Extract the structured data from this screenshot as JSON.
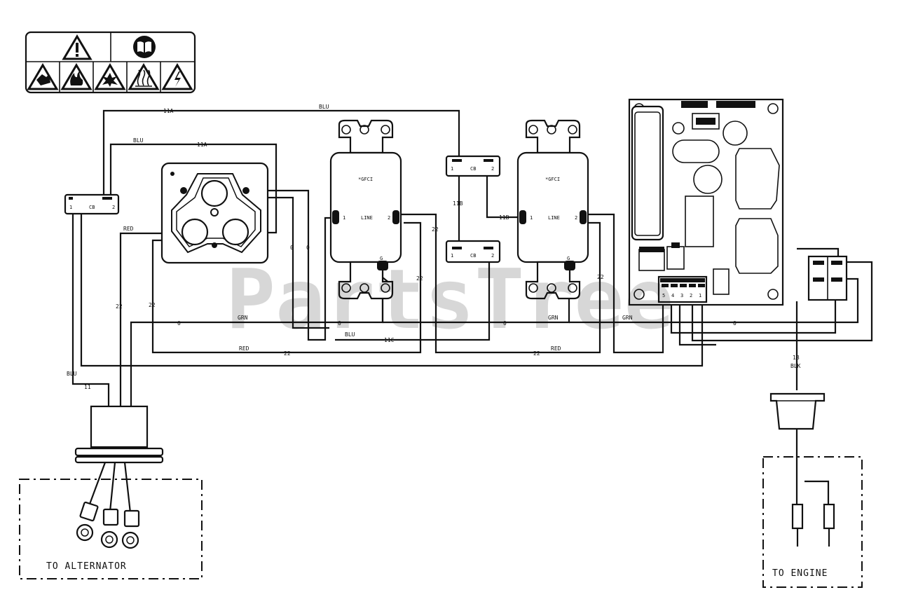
{
  "watermark": "PartsTree",
  "warning_labels": {
    "top_icons": [
      "warning-triangle-icon",
      "manual-book-icon"
    ],
    "bottom_icons": [
      "hand-hazard-icon",
      "fire-hazard-icon",
      "explosion-hazard-icon",
      "hot-surface-icon",
      "electric-shock-icon"
    ]
  },
  "wire_labels": {
    "w11a_top": "11A",
    "blu_top": "BLU",
    "blu_inner": "BLU",
    "w11a_inner": "11A",
    "red_left": "RED",
    "w22_a": "22",
    "w22_b": "22",
    "w0_a": "0",
    "w0_b": "0",
    "w0_grn": "0",
    "grn_a": "GRN",
    "w0_mid": "0",
    "blu_mid": "BLU",
    "w11c": "11C",
    "red_bottom": "RED",
    "w22_bottom": "22",
    "w22_c": "22",
    "w22_d": "22",
    "w11b_v": "11B",
    "w11b_h": "11B",
    "w0_r": "0",
    "grn_b": "GRN",
    "w22_right": "22",
    "red_right": "RED",
    "w22_bottom2": "22",
    "grn_c": "GRN",
    "w0_far": "0",
    "blu_low": "BLU",
    "w11": "11",
    "w18": "18",
    "blk": "BLK"
  },
  "breakers": [
    {
      "label": "CB",
      "t1": "1",
      "t2": "2"
    },
    {
      "label": "CB",
      "t1": "1",
      "t2": "2"
    },
    {
      "label": "CB",
      "t1": "1",
      "t2": "2"
    }
  ],
  "gfci": [
    {
      "title": "*GFCI",
      "line": "LINE",
      "t1": "1",
      "t2": "2",
      "g": "G"
    },
    {
      "title": "*GFCI",
      "line": "LINE",
      "t1": "1",
      "t2": "2",
      "g": "G"
    }
  ],
  "board_pins": [
    "5",
    "4",
    "3",
    "2",
    "1"
  ],
  "areas": {
    "alternator": "TO ALTERNATOR",
    "engine": "TO ENGINE"
  }
}
